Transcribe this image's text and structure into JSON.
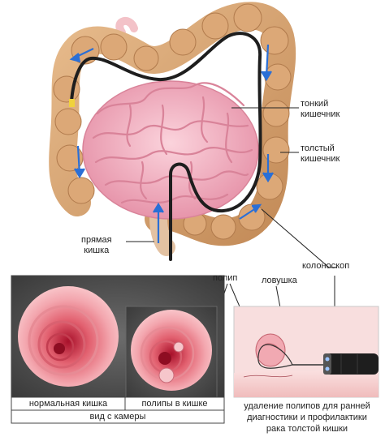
{
  "labels": {
    "small_intestine": [
      "тонкий",
      "кишечник"
    ],
    "large_intestine": [
      "толстый",
      "кишечник"
    ],
    "rectum": [
      "прямая",
      "кишка"
    ],
    "colonoscope": "колоноскоп",
    "polyp": "полип",
    "snare": "ловушка"
  },
  "captions": {
    "normal": "нормальная кишка",
    "polyps": "полипы в кишке",
    "camera_view": "вид с камеры",
    "removal": [
      "удаление полипов для ранней",
      "диагностики и профилактики",
      "рака толстой кишки"
    ]
  },
  "colors": {
    "colon": "#d9a777",
    "colon_dark": "#b07a4c",
    "small_intestine": "#f4b6c4",
    "small_intestine_dark": "#d98399",
    "scope": "#1e1e1e",
    "arrow": "#2a6fd6",
    "panel_frame": "#444444"
  }
}
